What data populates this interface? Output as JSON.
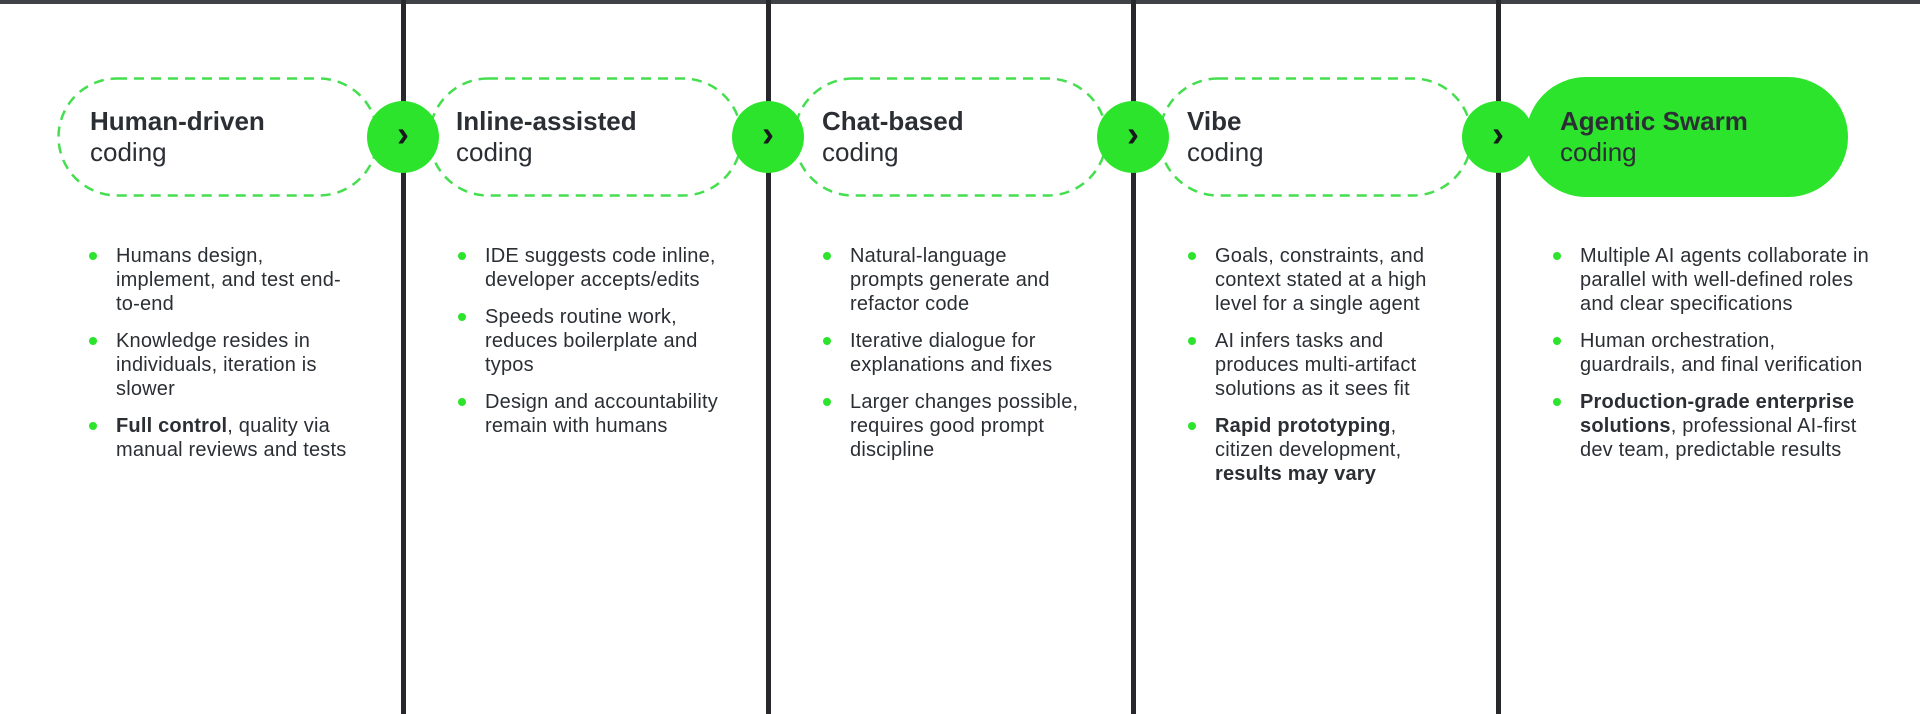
{
  "colors": {
    "accent_green": "#2de42d",
    "dash_green": "#44de4f",
    "ink": "#2b2f34",
    "divider": "#26282c",
    "top_rule": "#3f4246",
    "background": "#ffffff"
  },
  "connector": {
    "arrow_glyph": "›"
  },
  "stages": [
    {
      "title_line1": "Human-driven",
      "title_line2": "coding",
      "pill_style": "dashed",
      "bullets": [
        {
          "segments": [
            {
              "text": "Humans design, implement, and test end-to-end",
              "bold": false
            }
          ]
        },
        {
          "segments": [
            {
              "text": "Knowledge resides in individuals, iteration is slower",
              "bold": false
            }
          ]
        },
        {
          "segments": [
            {
              "text": "Full control",
              "bold": true
            },
            {
              "text": ", quality via manual reviews and tests",
              "bold": false
            }
          ]
        }
      ]
    },
    {
      "title_line1": "Inline-assisted",
      "title_line2": "coding",
      "pill_style": "dashed",
      "bullets": [
        {
          "segments": [
            {
              "text": "IDE suggests code inline, developer accepts/edits",
              "bold": false
            }
          ]
        },
        {
          "segments": [
            {
              "text": "Speeds routine work, reduces boilerplate and typos",
              "bold": false
            }
          ]
        },
        {
          "segments": [
            {
              "text": "Design and accountability remain with humans",
              "bold": false
            }
          ]
        }
      ]
    },
    {
      "title_line1": "Chat-based",
      "title_line2": "coding",
      "pill_style": "dashed",
      "bullets": [
        {
          "segments": [
            {
              "text": "Natural-language prompts generate and refactor code",
              "bold": false
            }
          ]
        },
        {
          "segments": [
            {
              "text": "Iterative dialogue for explanations and fixes",
              "bold": false
            }
          ]
        },
        {
          "segments": [
            {
              "text": "Larger changes possible, requires good prompt discipline",
              "bold": false
            }
          ]
        }
      ]
    },
    {
      "title_line1": "Vibe",
      "title_line2": "coding",
      "pill_style": "dashed",
      "bullets": [
        {
          "segments": [
            {
              "text": "Goals, constraints, and context stated at a high level for a single agent",
              "bold": false
            }
          ]
        },
        {
          "segments": [
            {
              "text": "AI infers tasks and produces multi-artifact solutions as it sees fit",
              "bold": false
            }
          ]
        },
        {
          "segments": [
            {
              "text": "Rapid prototyping",
              "bold": true
            },
            {
              "text": ", citizen development, ",
              "bold": false
            },
            {
              "text": "results may vary",
              "bold": true
            }
          ]
        }
      ]
    },
    {
      "title_line1": "Agentic Swarm",
      "title_line2": "coding",
      "pill_style": "solid",
      "bullets": [
        {
          "segments": [
            {
              "text": "Multiple AI agents collaborate in parallel with well-defined roles and clear specifications",
              "bold": false
            }
          ]
        },
        {
          "segments": [
            {
              "text": "Human orchestration, guardrails, and final verification",
              "bold": false
            }
          ]
        },
        {
          "segments": [
            {
              "text": "Production-grade enterprise solutions",
              "bold": true
            },
            {
              "text": ", professional AI-first dev team, predictable results",
              "bold": false
            }
          ]
        }
      ]
    }
  ]
}
